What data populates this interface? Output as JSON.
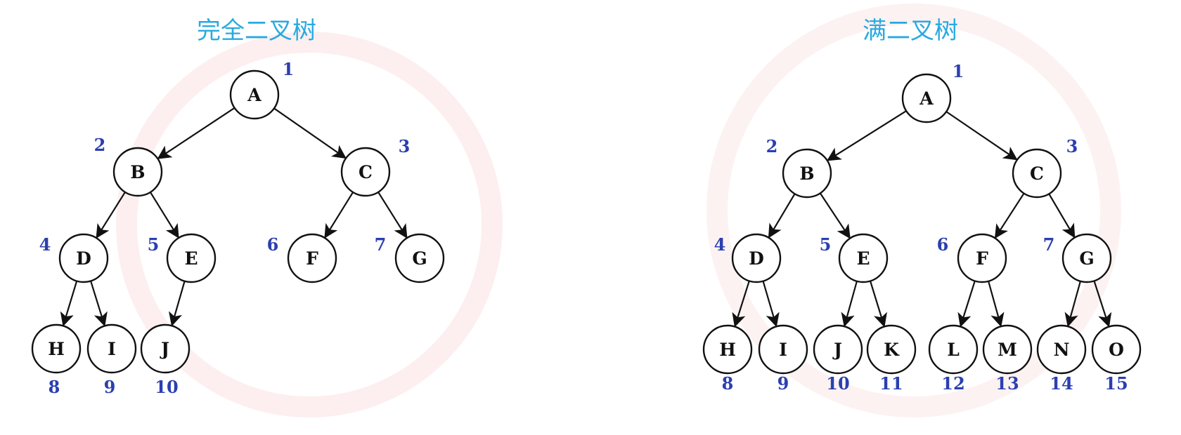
{
  "colors": {
    "title": "#29a9e1",
    "index": "#2b3fb0",
    "node_stroke": "#111111",
    "watermark": "#f2a8a8"
  },
  "trees": [
    {
      "title": "完全二叉树",
      "nodes": [
        {
          "label": "A",
          "index": "1"
        },
        {
          "label": "B",
          "index": "2"
        },
        {
          "label": "C",
          "index": "3"
        },
        {
          "label": "D",
          "index": "4"
        },
        {
          "label": "E",
          "index": "5"
        },
        {
          "label": "F",
          "index": "6"
        },
        {
          "label": "G",
          "index": "7"
        },
        {
          "label": "H",
          "index": "8"
        },
        {
          "label": "I",
          "index": "9"
        },
        {
          "label": "J",
          "index": "10"
        }
      ]
    },
    {
      "title": "满二叉树",
      "nodes": [
        {
          "label": "A",
          "index": "1"
        },
        {
          "label": "B",
          "index": "2"
        },
        {
          "label": "C",
          "index": "3"
        },
        {
          "label": "D",
          "index": "4"
        },
        {
          "label": "E",
          "index": "5"
        },
        {
          "label": "F",
          "index": "6"
        },
        {
          "label": "G",
          "index": "7"
        },
        {
          "label": "H",
          "index": "8"
        },
        {
          "label": "I",
          "index": "9"
        },
        {
          "label": "J",
          "index": "10"
        },
        {
          "label": "K",
          "index": "11"
        },
        {
          "label": "L",
          "index": "12"
        },
        {
          "label": "M",
          "index": "13"
        },
        {
          "label": "N",
          "index": "14"
        },
        {
          "label": "O",
          "index": "15"
        }
      ]
    }
  ]
}
